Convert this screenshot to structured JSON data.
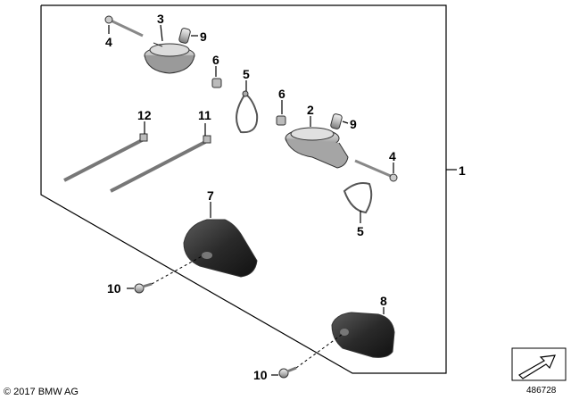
{
  "callouts": [
    {
      "id": "c1",
      "label": "1"
    },
    {
      "id": "c2",
      "label": "2"
    },
    {
      "id": "c3",
      "label": "3"
    },
    {
      "id": "c4a",
      "label": "4"
    },
    {
      "id": "c4b",
      "label": "4"
    },
    {
      "id": "c5a",
      "label": "5"
    },
    {
      "id": "c5b",
      "label": "5"
    },
    {
      "id": "c6a",
      "label": "6"
    },
    {
      "id": "c6b",
      "label": "6"
    },
    {
      "id": "c7",
      "label": "7"
    },
    {
      "id": "c8",
      "label": "8"
    },
    {
      "id": "c9a",
      "label": "9"
    },
    {
      "id": "c9b",
      "label": "9"
    },
    {
      "id": "c10a",
      "label": "10"
    },
    {
      "id": "c10b",
      "label": "10"
    },
    {
      "id": "c11",
      "label": "11"
    },
    {
      "id": "c12",
      "label": "12"
    }
  ],
  "footer": {
    "copyright": "© 2017 BMW AG",
    "doc_number": "486728"
  }
}
